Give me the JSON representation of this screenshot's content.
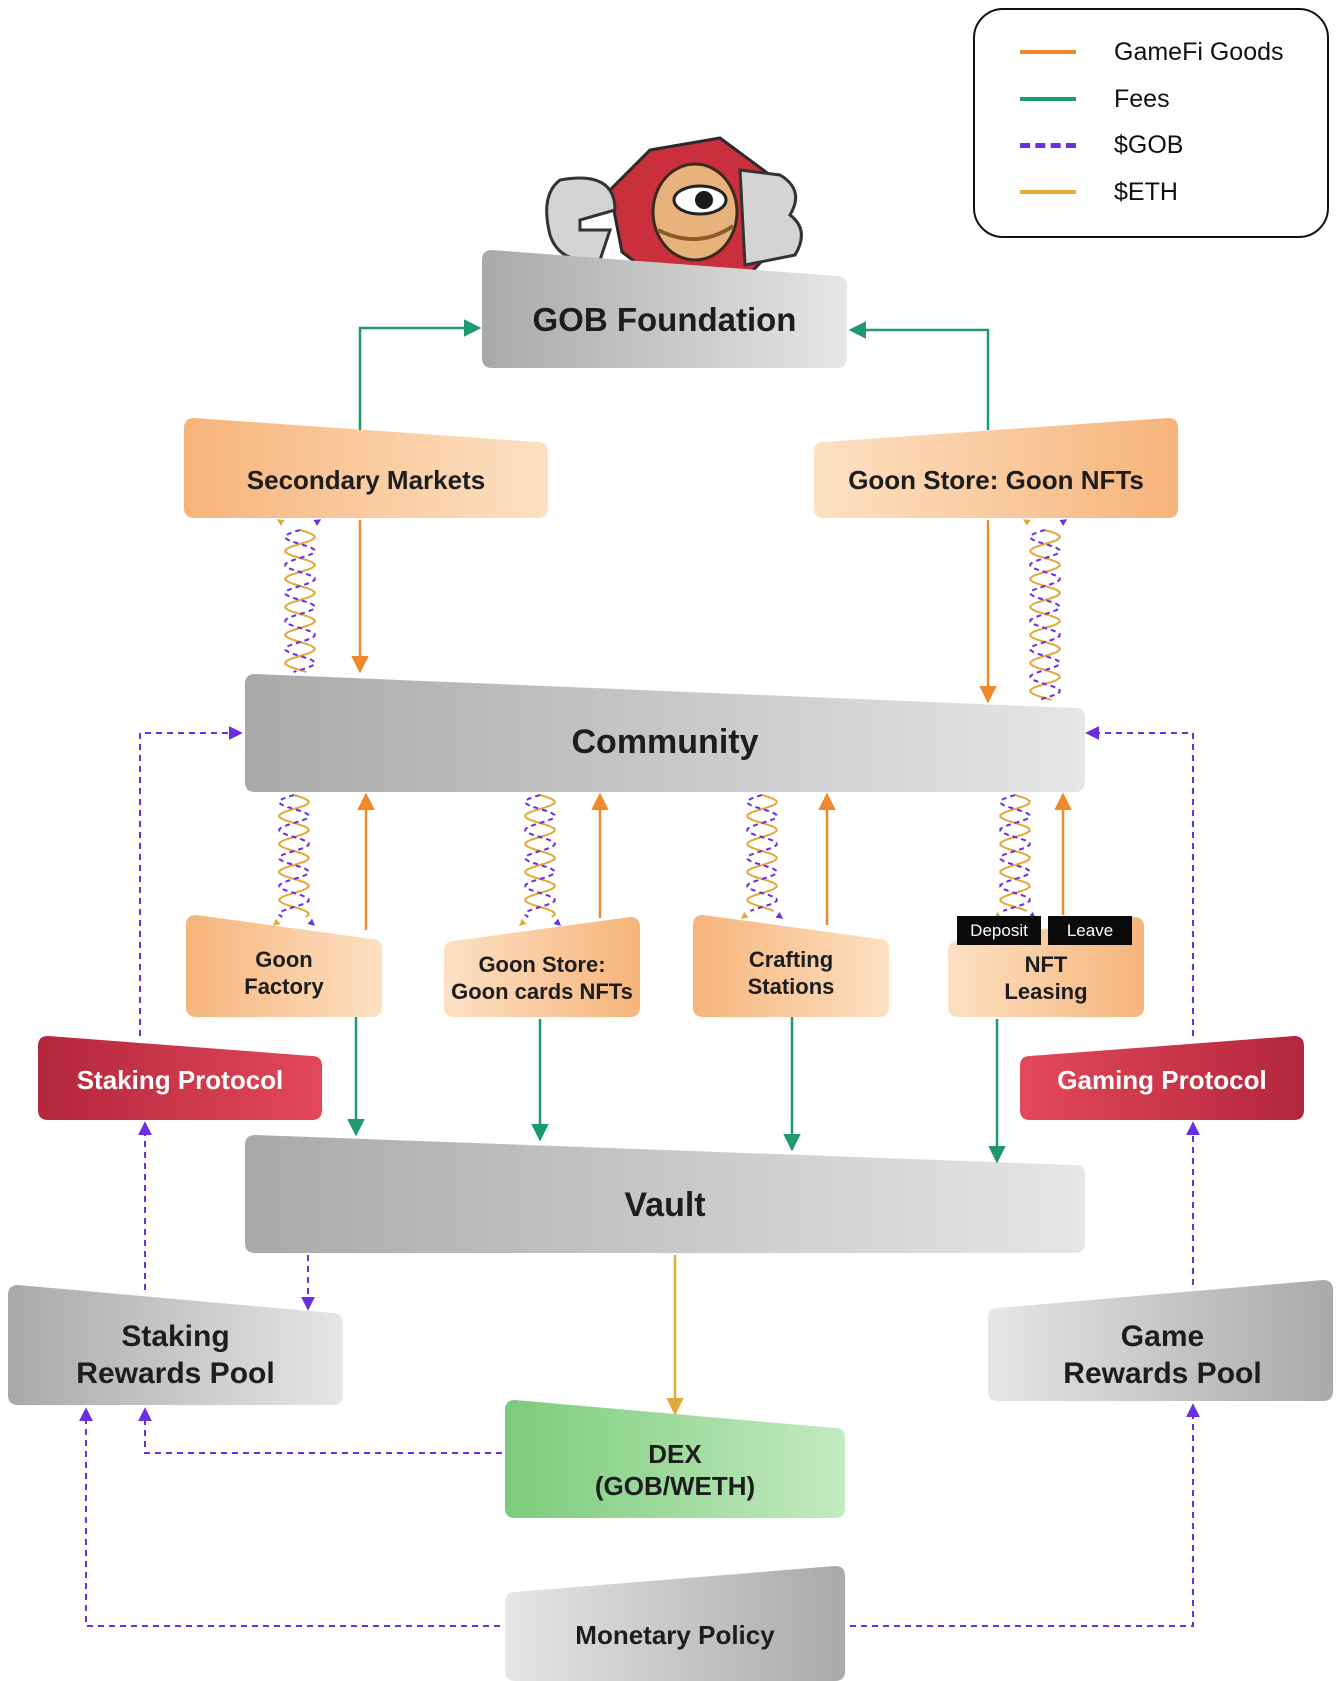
{
  "legend": {
    "items": [
      {
        "label": "GameFi Goods",
        "color": "#ef8a2c",
        "style": "solid"
      },
      {
        "label": "Fees",
        "color": "#1f9a6d",
        "style": "solid"
      },
      {
        "label": "$GOB",
        "color": "#6a2fe0",
        "style": "dashed"
      },
      {
        "label": "$ETH",
        "color": "#e2a93a",
        "style": "solid"
      }
    ]
  },
  "logo": {
    "text": "GOB"
  },
  "nodes": {
    "gob_foundation": "GOB Foundation",
    "secondary_markets": "Secondary Markets",
    "goon_store_nfts": "Goon Store: Goon NFTs",
    "community": "Community",
    "goon_factory": "Goon\nFactory",
    "goon_store_cards": "Goon Store:\nGoon cards NFTs",
    "crafting_stations": "Crafting\nStations",
    "nft_leasing": "NFT\nLeasing",
    "staking_protocol": "Staking Protocol",
    "gaming_protocol": "Gaming Protocol",
    "vault": "Vault",
    "staking_rewards_pool": "Staking\nRewards Pool",
    "game_rewards_pool": "Game\nRewards Pool",
    "dex": "DEX\n(GOB/WETH)",
    "monetary_policy": "Monetary Policy"
  },
  "tags": {
    "deposit": "Deposit",
    "leave": "Leave"
  },
  "colors": {
    "orange_node": "#f7c08f",
    "grey_node": "#c4c4c4",
    "red_node": "#cf3a4c",
    "green_node": "#a9dfa6",
    "flow_goods": "#ef8a2c",
    "flow_fees": "#1f9a6d",
    "flow_gob": "#6a2fe0",
    "flow_eth": "#e2a93a"
  }
}
